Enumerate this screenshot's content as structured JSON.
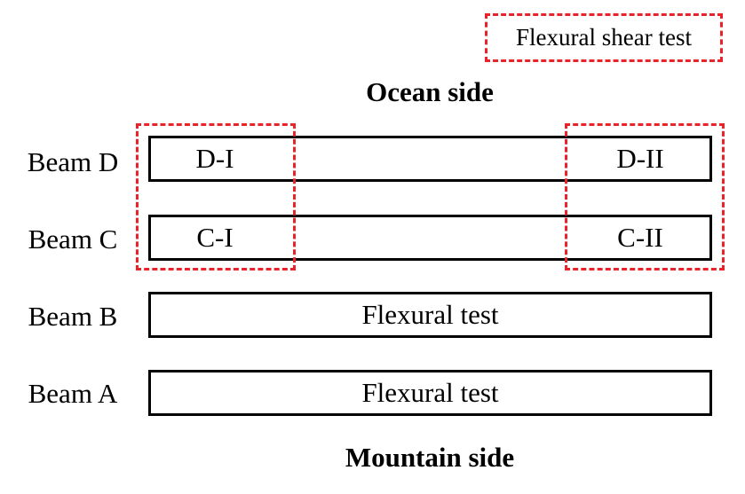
{
  "legend": {
    "label": "Flexural shear test"
  },
  "ocean_side": "Ocean side",
  "mountain_side": "Mountain side",
  "beams": {
    "d": {
      "name": "Beam D",
      "left_segment": "D-I",
      "right_segment": "D-II"
    },
    "c": {
      "name": "Beam C",
      "left_segment": "C-I",
      "right_segment": "C-II"
    },
    "b": {
      "name": "Beam B",
      "test": "Flexural test"
    },
    "a": {
      "name": "Beam A",
      "test": "Flexural test"
    }
  },
  "colors": {
    "highlight_dashed": "#e8232a",
    "beam_outline": "#000000"
  }
}
